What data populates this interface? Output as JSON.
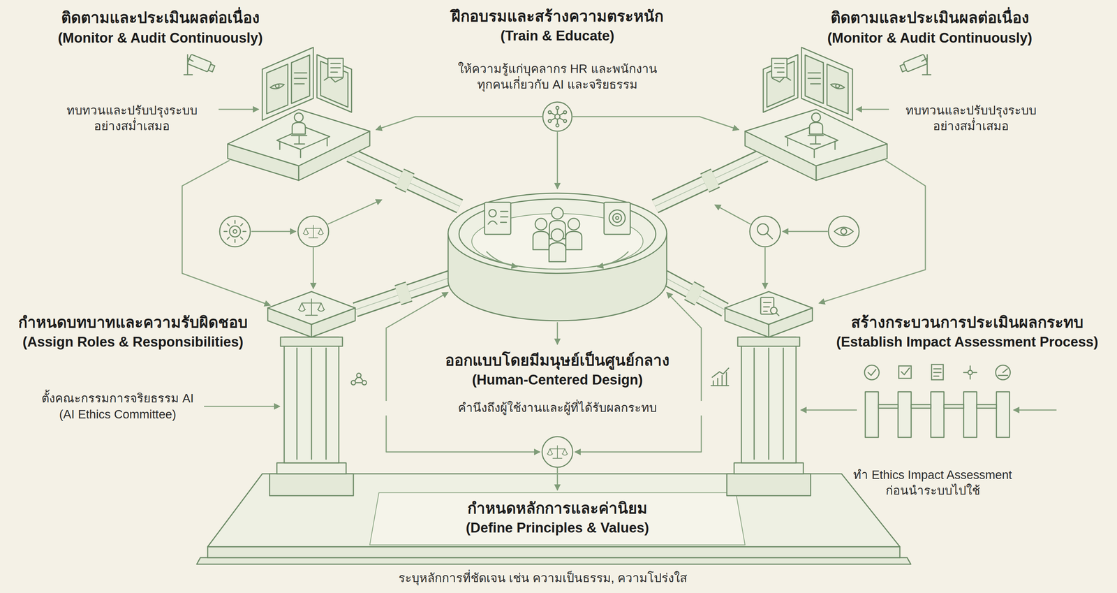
{
  "diagram": {
    "nodes": [
      {
        "text": [
          "ติดตามและประเมินผลต่อเนื่อง",
          "(Monitor & Audit Continuously)",
          "ทบทวนและปรับปรุงระบบ อย่างสม่ำเสมอ"
        ]
      },
      {
        "text": [
          "ฝึกอบรมและสร้างความตระหนัก",
          "(Train & Educate)",
          "ให้ความรู้แก่บุคลากร HR และพนักงาน ทุกคนเกี่ยวกับ AI และจริยธรรม"
        ]
      },
      {
        "text": [
          "ติดตามและประเมินผลต่อเนื่อง",
          "(Monitor & Audit Continuously)",
          "ทบทวนและปรับปรุงระบบ อย่างสม่ำเสมอ"
        ]
      },
      {
        "text": [
          "กำหนดบทบาทและความรับผิดชอบ",
          "(Assign Roles & Responsibilities)",
          "ตั้งคณะกรรมการจริยธรรม AI",
          "(AI Ethics Committee)"
        ]
      },
      {
        "text": [
          "ออกแบบโดยมีมนุษย์เป็นศูนย์กลาง",
          "(Human-Centered Design)",
          "คำนึงถึงผู้ใช้งานและผู้ที่ได้รับผลกระทบ"
        ]
      },
      {
        "text": [
          "สร้างกระบวนการประเมินผลกระทบ",
          "(Establish Impact Assessment Process)",
          "ทำ Ethics Impact Assessment ก่อนนำระบบไปใช้"
        ]
      },
      {
        "text": [
          "กำหนดหลักการและค่านิยม",
          "(Define Principles & Values)",
          "ระบุหลักการที่ชัดเจน เช่น ความเป็นธรรม, ความโปร่งใส"
        ]
      }
    ]
  }
}
